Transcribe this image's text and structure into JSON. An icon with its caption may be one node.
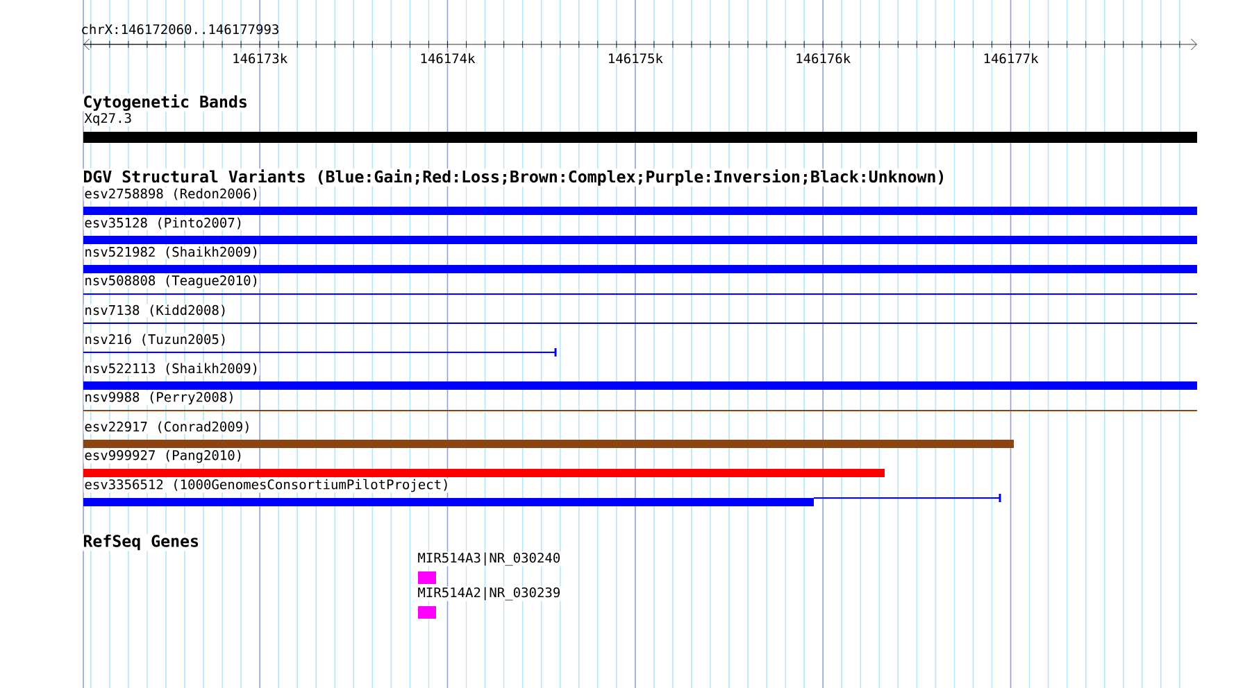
{
  "diagram": {
    "title": "chrX:146172060..146177993",
    "nodes": [
      {
        "text": [
          "Xq27.3"
        ]
      },
      {
        "text": [
          "esv2758898 (Redon2006)"
        ]
      },
      {
        "text": [
          "esv35128 (Pinto2007)"
        ]
      },
      {
        "text": [
          "nsv521982 (Shaikh2009)"
        ]
      },
      {
        "text": [
          "nsv508808 (Teague2010)"
        ]
      },
      {
        "text": [
          "nsv7138 (Kidd2008)"
        ]
      },
      {
        "text": [
          "nsv216 (Tuzun2005)"
        ]
      },
      {
        "text": [
          "nsv522113 (Shaikh2009)"
        ]
      },
      {
        "text": [
          "nsv9988 (Perry2008)"
        ]
      },
      {
        "text": [
          "esv22917 (Conrad2009)"
        ]
      },
      {
        "text": [
          "esv999927 (Pang2010)"
        ]
      },
      {
        "text": [
          "esv3356512 (1000GenomesConsortiumPilotProject)"
        ]
      },
      {
        "text": [
          "MIR514A3|NR_030240"
        ]
      },
      {
        "text": [
          "MIR514A2|NR_030239"
        ]
      }
    ],
    "labels": [
      "146173k",
      "146174k",
      "146175k",
      "146176k",
      "146177k",
      "Cytogenetic Bands",
      "DGV Structural Variants (Blue:Gain;Red:Loss;Brown:Complex;Purple:Inversion;Black:Unknown)",
      "RefSeq Genes"
    ]
  }
}
